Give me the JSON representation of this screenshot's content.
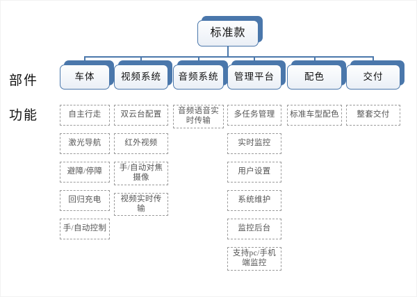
{
  "diagram": {
    "title_root": "标准款",
    "row_labels": {
      "parts": "部件",
      "functions": "功能"
    },
    "accent_color": "#4a77ab",
    "dashed_border_color": "#9a9a9a",
    "columns": [
      {
        "component": "车体",
        "functions": [
          "自主行走",
          "激光导航",
          "避障/停障",
          "回归充电",
          "手/自动控制"
        ]
      },
      {
        "component": "视频系统",
        "functions": [
          "双云台配置",
          "红外视频",
          "手/自动对焦摄像",
          "视频实时传输"
        ]
      },
      {
        "component": "音频系统",
        "functions": [
          "音频语音实时传输"
        ]
      },
      {
        "component": "管理平台",
        "functions": [
          "多任务管理",
          "实时监控",
          "用户设置",
          "系统维护",
          "监控后台",
          "支持pc/手机端监控"
        ]
      },
      {
        "component": "配色",
        "functions": [
          "标准车型配色"
        ]
      },
      {
        "component": "交付",
        "functions": [
          "整套交付"
        ]
      }
    ]
  }
}
